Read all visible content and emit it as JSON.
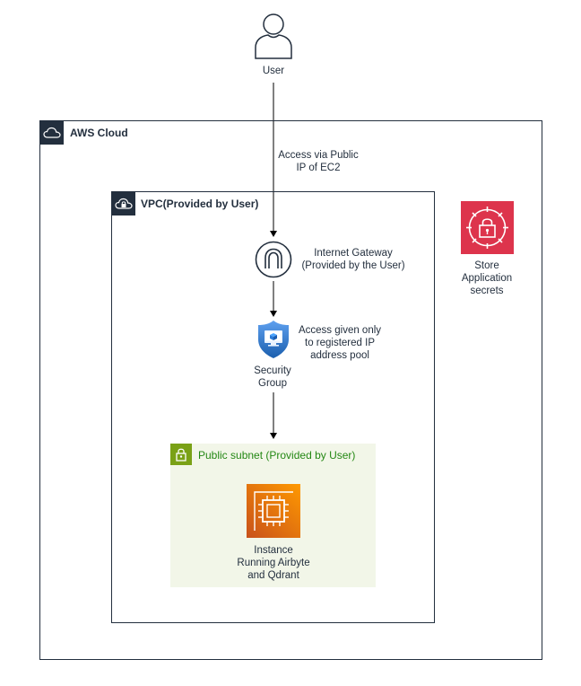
{
  "nodes": {
    "user": {
      "label": "User"
    },
    "aws_cloud": {
      "label": "AWS Cloud"
    },
    "vpc": {
      "label": "VPC(Provided by User)"
    },
    "internet_gateway": {
      "label_line1": "Internet Gateway",
      "label_line2": "(Provided by the User)"
    },
    "security_group": {
      "label_line1": "Security",
      "label_line2": "Group"
    },
    "public_subnet": {
      "label": "Public subnet (Provided by User)"
    },
    "instance": {
      "label_line1": "Instance",
      "label_line2": "Running Airbyte",
      "label_line3": "and Qdrant"
    },
    "secrets_manager": {
      "label_line1": "Store",
      "label_line2": "Application",
      "label_line3": "secrets"
    }
  },
  "edges": {
    "user_to_gateway": {
      "label_line1": "Access via Public",
      "label_line2": "IP of EC2"
    },
    "gateway_to_security_group": {
      "label": ""
    },
    "security_group_to_instance": {
      "label": ""
    }
  },
  "annotations": {
    "security_group_note": {
      "line1": "Access given only",
      "line2": "to registered IP",
      "line3": "address pool"
    }
  },
  "colors": {
    "outline": "#232f3e",
    "subnet_fill": "#f2f6e8",
    "subnet_accent": "#7aa116",
    "ec2_orange": "#ed7100",
    "secrets_red": "#dd344c",
    "security_group_blue": "#2f7fd6"
  },
  "icons": [
    "user-icon",
    "cloud-icon",
    "vpc-cloud-lock-icon",
    "internet-gateway-icon",
    "security-group-shield-icon",
    "subnet-lock-icon",
    "ec2-instance-icon",
    "secrets-manager-icon"
  ]
}
